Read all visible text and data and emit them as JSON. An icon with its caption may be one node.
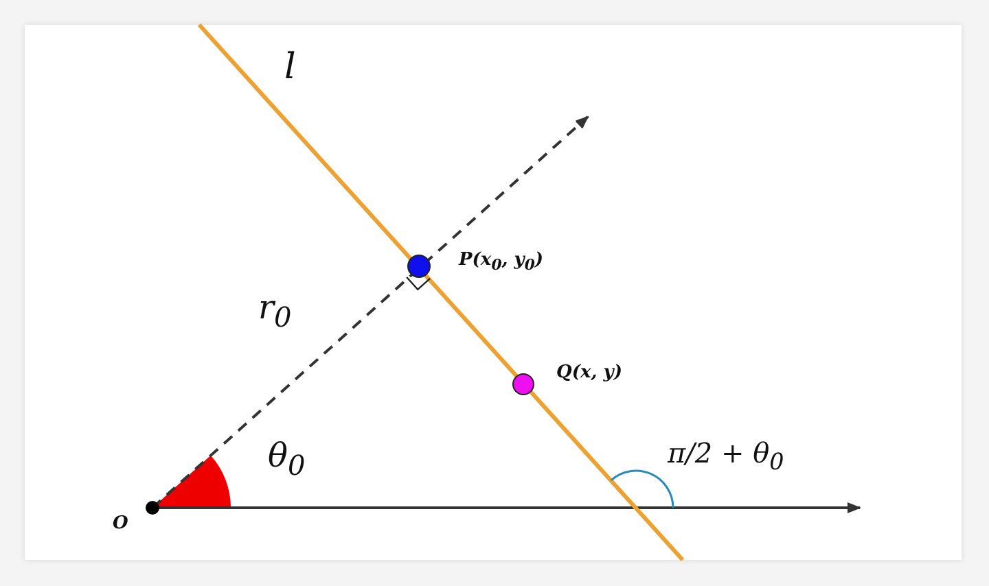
{
  "diagram": {
    "labels": [
      "l",
      "r$_{0}$",
      "θ$_{0}$",
      "O",
      "P(x$_{0}$, y$_{0}$)",
      "Q(x, y)",
      "π/2 + θ$_{0}$"
    ]
  }
}
